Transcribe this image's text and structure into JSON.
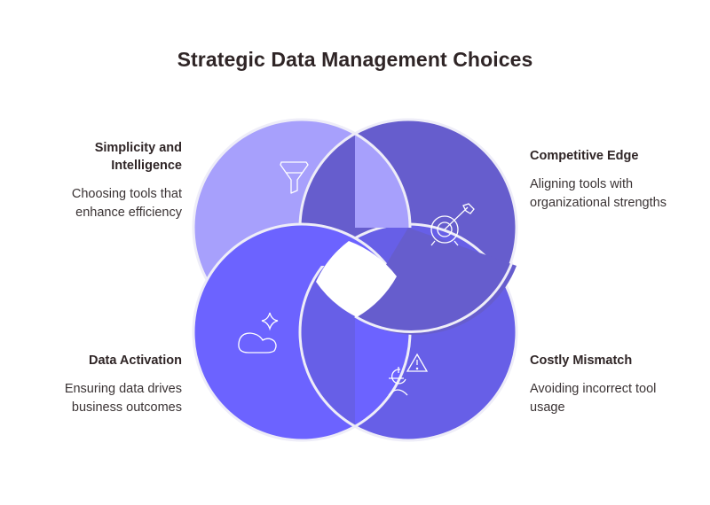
{
  "title": "Strategic Data Management Choices",
  "items": [
    {
      "id": "tl",
      "heading": "Simplicity and Intelligence",
      "heading_line1": "Simplicity and",
      "heading_line2": "Intelligence",
      "desc_line1": "Choosing tools that",
      "desc_line2": "enhance efficiency",
      "icon": "funnel-icon",
      "color": "#A7A0FC"
    },
    {
      "id": "tr",
      "heading": "Competitive Edge",
      "desc_line1": "Aligning tools with",
      "desc_line2": "organizational strengths",
      "icon": "target-icon",
      "color": "#665DCD"
    },
    {
      "id": "bl",
      "heading": "Data Activation",
      "desc_line1": "Ensuring data drives",
      "desc_line2": "business outcomes",
      "icon": "cloud-sparkle-icon",
      "color": "#6C63FF"
    },
    {
      "id": "br",
      "heading": "Costly Mismatch",
      "desc_line1": "Avoiding incorrect tool",
      "desc_line2": "usage",
      "icon": "user-warning-icon",
      "color": "#675FE7"
    }
  ]
}
